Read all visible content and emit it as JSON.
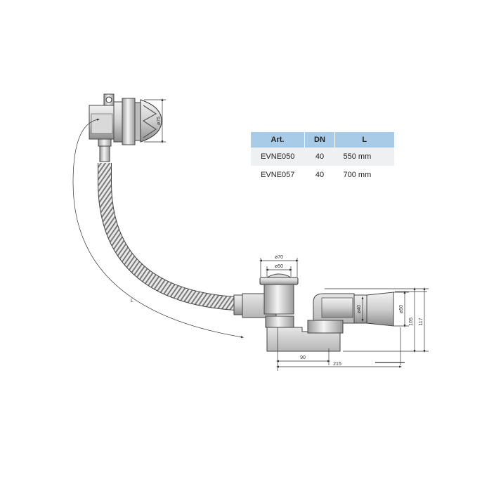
{
  "table": {
    "headers": [
      "Art.",
      "DN",
      "L"
    ],
    "rows": [
      [
        "EVNE050",
        "40",
        "550 mm"
      ],
      [
        "EVNE057",
        "40",
        "700 mm"
      ]
    ]
  },
  "dimensions": {
    "fill_diameter": "ø75",
    "hose_length": "L",
    "drain_outer_diameter": "ø70",
    "drain_inner_diameter": "ø50",
    "pipe_inner_diameter": "ø40",
    "pipe_outer_diameter": "ø50",
    "height_105": "105",
    "height_117": "117",
    "width_90": "90",
    "width_215": "215"
  },
  "colors": {
    "header_background": "#a8cbe8",
    "row_alt_background": "#eef0f2",
    "line_color": "#333333"
  }
}
